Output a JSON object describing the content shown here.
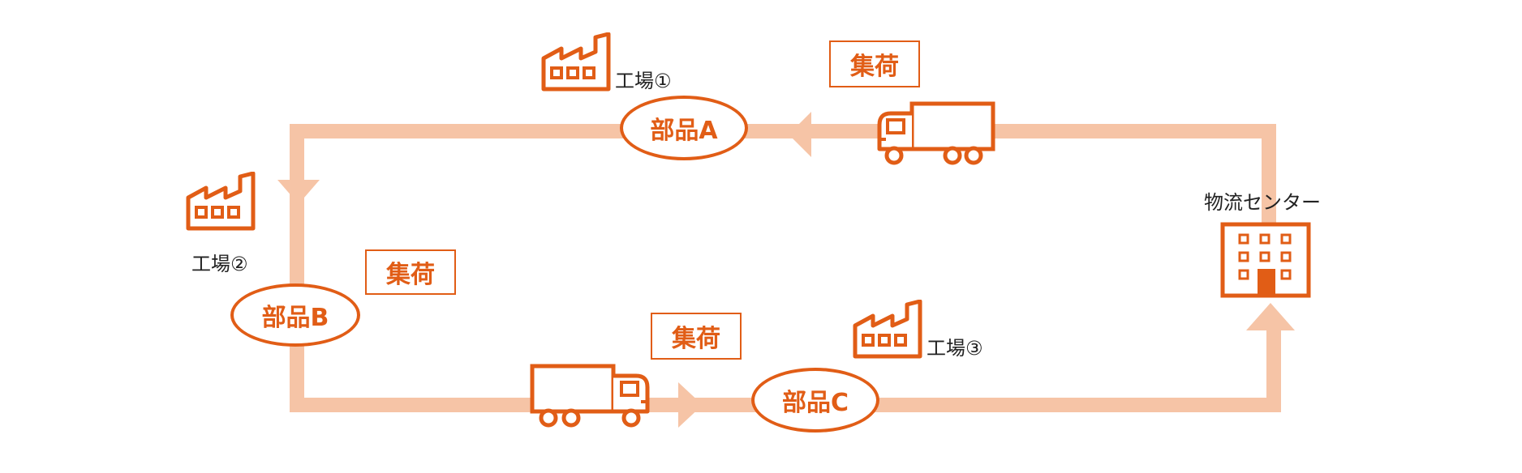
{
  "colors": {
    "accent": "#e15d16",
    "route": "#f6c4a6",
    "text": "#222222"
  },
  "nodes": {
    "factory1": {
      "label": "工場①",
      "icon": "factory-icon"
    },
    "factory2": {
      "label": "工場②",
      "icon": "factory-icon"
    },
    "factory3": {
      "label": "工場③",
      "icon": "factory-icon"
    },
    "center": {
      "label": "物流センター",
      "icon": "building-icon"
    }
  },
  "parts": {
    "a": "部品A",
    "b": "部品B",
    "c": "部品C"
  },
  "pickups": {
    "top": "集荷",
    "left": "集荷",
    "bottom": "集荷"
  },
  "vehicles": {
    "top": "truck-icon",
    "bottom": "truck-icon"
  }
}
